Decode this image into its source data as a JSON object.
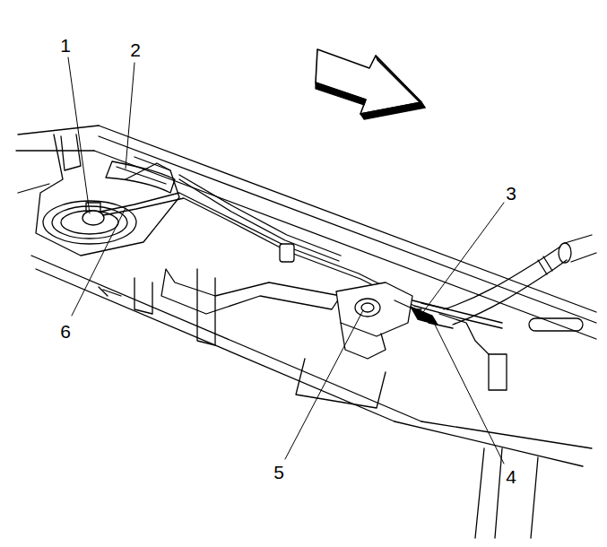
{
  "diagram": {
    "labels": [
      "1",
      "2",
      "3",
      "4",
      "5",
      "6"
    ]
  }
}
